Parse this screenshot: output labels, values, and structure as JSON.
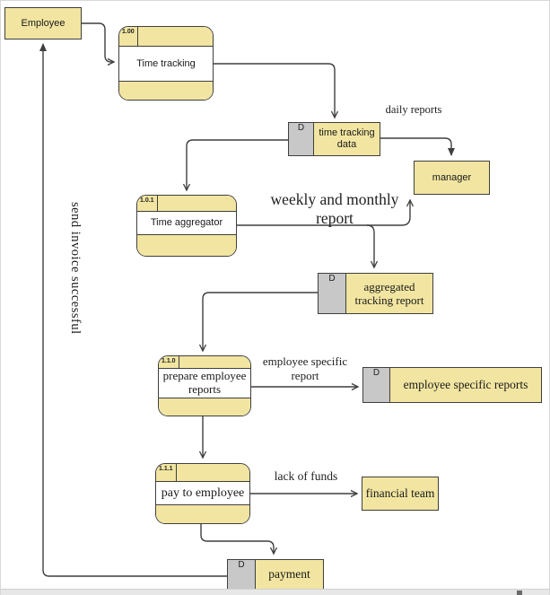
{
  "diagram": {
    "type": "data-flow-diagram",
    "colors": {
      "shape_fill": "#f1e5a1",
      "store_tab_fill": "#c8c8c8",
      "border": "#3f3f3f",
      "line": "#3f3f3f",
      "background": "#ffffff"
    },
    "external_entities": [
      {
        "id": "employee",
        "label": "Employee"
      },
      {
        "id": "manager",
        "label": "manager"
      },
      {
        "id": "financial-team",
        "label": "financial team"
      }
    ],
    "processes": [
      {
        "id": "time-tracking",
        "number": "1.00",
        "label": "Time tracking"
      },
      {
        "id": "time-aggregator",
        "number": "1.0.1",
        "label": "Time aggregator"
      },
      {
        "id": "prepare-employee-reports",
        "number": "1.1.0",
        "label": "prepare employee reports"
      },
      {
        "id": "pay-to-employee",
        "number": "1.1.1",
        "label": "pay to employee"
      }
    ],
    "data_stores": [
      {
        "id": "time-tracking-data",
        "prefix": "D",
        "label": "time tracking data"
      },
      {
        "id": "aggregated-tracking-report",
        "prefix": "D",
        "label": "aggregated tracking report"
      },
      {
        "id": "employee-specific-reports",
        "prefix": "D",
        "label": "employee specific reports"
      },
      {
        "id": "payment",
        "prefix": "D",
        "label": "payment"
      }
    ],
    "flow_labels": [
      {
        "id": "daily-reports",
        "label": "daily reports"
      },
      {
        "id": "weekly-monthly-report",
        "label": "weekly and monthly report"
      },
      {
        "id": "employee-specific-report",
        "label": "employee specific report"
      },
      {
        "id": "lack-of-funds",
        "label": "lack of funds"
      },
      {
        "id": "send-invoice-successful",
        "label": "send invoice successful"
      }
    ],
    "flows": [
      {
        "from": "Employee",
        "to": "Time tracking",
        "label": ""
      },
      {
        "from": "Time tracking",
        "to": "time tracking data",
        "label": ""
      },
      {
        "from": "time tracking data",
        "to": "Time aggregator",
        "label": ""
      },
      {
        "from": "time tracking data",
        "to": "manager",
        "label": "daily reports"
      },
      {
        "from": "Time aggregator",
        "to": "manager",
        "label": "weekly and monthly report"
      },
      {
        "from": "Time aggregator",
        "to": "aggregated tracking report",
        "label": ""
      },
      {
        "from": "aggregated tracking report",
        "to": "prepare employee reports",
        "label": ""
      },
      {
        "from": "prepare employee reports",
        "to": "employee specific reports",
        "label": "employee specific report"
      },
      {
        "from": "prepare employee reports",
        "to": "pay to employee",
        "label": ""
      },
      {
        "from": "pay to employee",
        "to": "financial team",
        "label": "lack of funds"
      },
      {
        "from": "pay to employee",
        "to": "payment",
        "label": ""
      },
      {
        "from": "payment",
        "to": "Employee",
        "label": "send invoice successful"
      }
    ]
  }
}
